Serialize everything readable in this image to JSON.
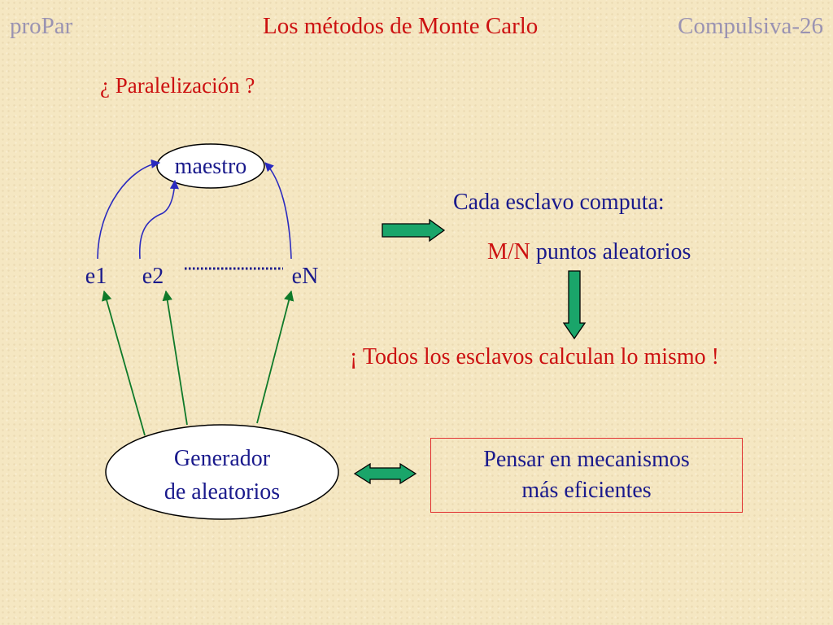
{
  "header": {
    "left": "proPar",
    "title": "Los métodos de Monte Carlo",
    "right": "Compulsiva-26"
  },
  "question": "¿ Paralelización ?",
  "diagram": {
    "master": "maestro",
    "slaves": [
      "e1",
      "e2",
      "eN"
    ],
    "generator_line1": "Generador",
    "generator_line2": "de aleatorios"
  },
  "slave_label": "Cada esclavo computa:",
  "slave_detail": {
    "mn": "M/N",
    "rest": " puntos aleatorios"
  },
  "conclusion": "¡ Todos los esclavos calculan lo mismo !",
  "think": {
    "line1": "Pensar en mecanismos",
    "line2": "más eficientes"
  },
  "colors": {
    "accent_red": "#cc1111",
    "text_blue": "#1a1a8c",
    "arrow_green": "#1aa56a",
    "header_grey": "#9a93b2"
  }
}
